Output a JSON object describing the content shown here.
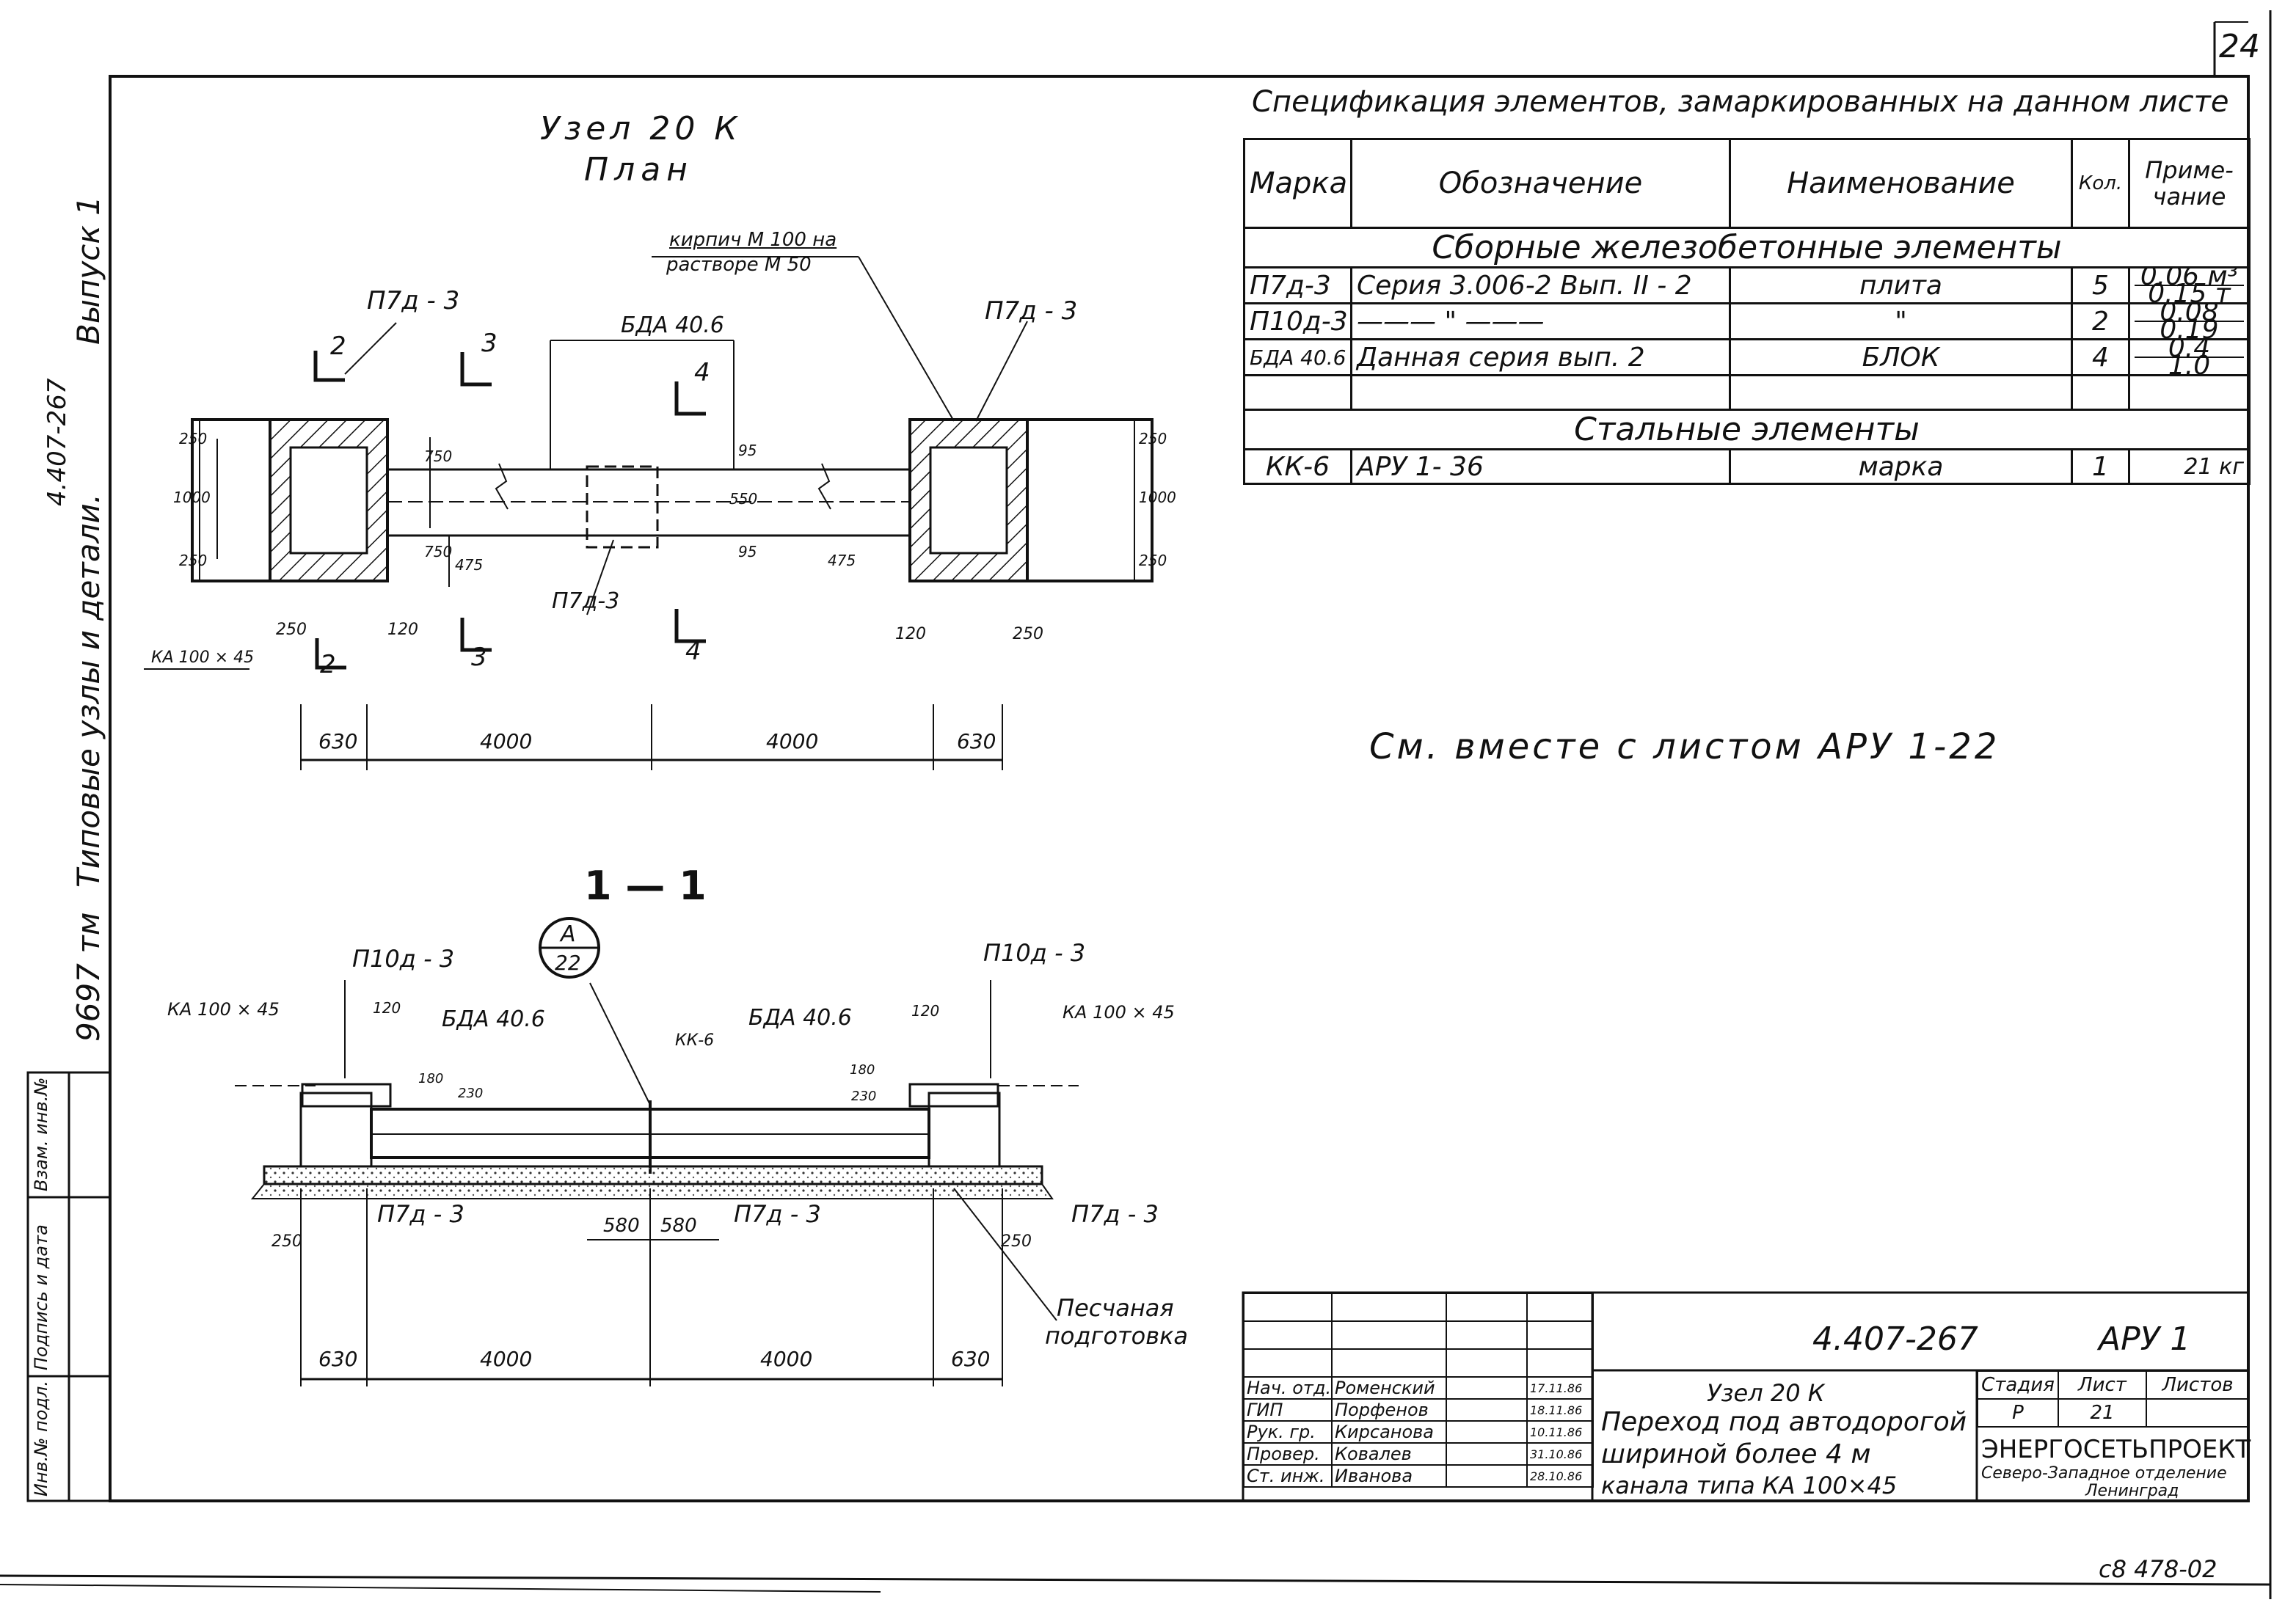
{
  "sheet_number": "24",
  "side_margin": {
    "series": "4.407-267",
    "title": "Типовые узлы и детали.",
    "issue": "Выпуск 1",
    "inventory": "9697 тм",
    "stamp_fields": [
      "Инв.№ подл.",
      "Подпись и дата",
      "Взам. инв.№"
    ]
  },
  "plan": {
    "title": "Узел 20 К",
    "subtitle": "План",
    "labels": {
      "brick_1": "кирпич М 100 на",
      "brick_2": "растворе М 50",
      "p7_left": "П7д - 3",
      "p7_right": "П7д - 3",
      "p7_center": "П7д-3",
      "bda": "БДА 40.6",
      "ka": "КА 100 × 45"
    },
    "section_marks": [
      "2",
      "3",
      "4",
      "2",
      "3",
      "4"
    ],
    "dims": {
      "d250": "250",
      "d1000": "1000",
      "d750": "750",
      "d475": "475",
      "d95": "95",
      "d550": "550",
      "d120": "120",
      "d630": "630",
      "d4000": "4000"
    }
  },
  "section": {
    "title": "1 — 1",
    "labels": {
      "p10_left": "П10д - 3",
      "p10_right": "П10д - 3",
      "ka_left": "КА 100 × 45",
      "ka_right": "КА 100 × 45",
      "bda_left": "БДА 40.6",
      "bda_right": "БДА 40.6",
      "kk": "КК-6",
      "p7_left": "П7д - 3",
      "p7_center": "П7д - 3",
      "p7_right": "П7д - 3",
      "sand_1": "Песчаная",
      "sand_2": "подготовка"
    },
    "callout_top": "А",
    "callout_bottom": "22",
    "dims": {
      "d120": "120",
      "d230": "230",
      "d180": "180",
      "d250": "250",
      "d580": "580",
      "d630": "630",
      "d4000": "4000"
    }
  },
  "spec": {
    "title": "Спецификация элементов, замаркированных на данном листе",
    "headers": [
      "Марка",
      "Обозначение",
      "Наименование",
      "Кол.",
      "Приме-чание"
    ],
    "precast_title": "Сборные железобетонные элементы",
    "rows": [
      {
        "mark": "П7д-3",
        "designation": "Серия 3.006-2 Вып. II - 2",
        "name": "плита",
        "qty": "5",
        "note_top": "0.06 м³",
        "note_bottom": "0.15 т"
      },
      {
        "mark": "П10д-3",
        "designation": "——— \" ———",
        "name": "\"",
        "qty": "2",
        "note_top": "0.08",
        "note_bottom": "0.19"
      },
      {
        "mark": "БДА 40.6",
        "designation": "Данная серия вып. 2",
        "name": "БЛОК",
        "qty": "4",
        "note_top": "0.4",
        "note_bottom": "1.0"
      }
    ],
    "steel_title": "Стальные элементы",
    "steel_rows": [
      {
        "mark": "КК-6",
        "designation": "АРУ 1- 36",
        "name": "марка",
        "qty": "1",
        "note": "21 кг"
      }
    ]
  },
  "cross_reference": "См. вместе с листом АРУ 1-22",
  "title_block": {
    "code": "4.407-267",
    "sheet_code": "АРУ 1",
    "title_1": "Узел 20 К",
    "title_2": "Переход под автодорогой",
    "title_3": "шириной более 4 м",
    "title_4": "канала типа КА 100×45",
    "people": [
      {
        "role": "Нач. отд.",
        "name": "Роменский",
        "date": "17.11.86"
      },
      {
        "role": "ГИП",
        "name": "Порфенов",
        "date": "18.11.86"
      },
      {
        "role": "Рук. гр.",
        "name": "Кирсанова",
        "date": "10.11.86"
      },
      {
        "role": "Провер.",
        "name": "Ковалев",
        "date": "31.10.86"
      },
      {
        "role": "Ст. инж.",
        "name": "Иванова",
        "date": "28.10.86"
      }
    ],
    "stage_headers": [
      "Стадия",
      "Лист",
      "Листов"
    ],
    "stage_values": [
      "Р",
      "21",
      ""
    ],
    "org_1": "ЭНЕРГОСЕТЬПРОЕКТ",
    "org_2": "Северо-Западное отделение",
    "org_3": "Ленинград"
  },
  "footer_code": "с8 478-02"
}
